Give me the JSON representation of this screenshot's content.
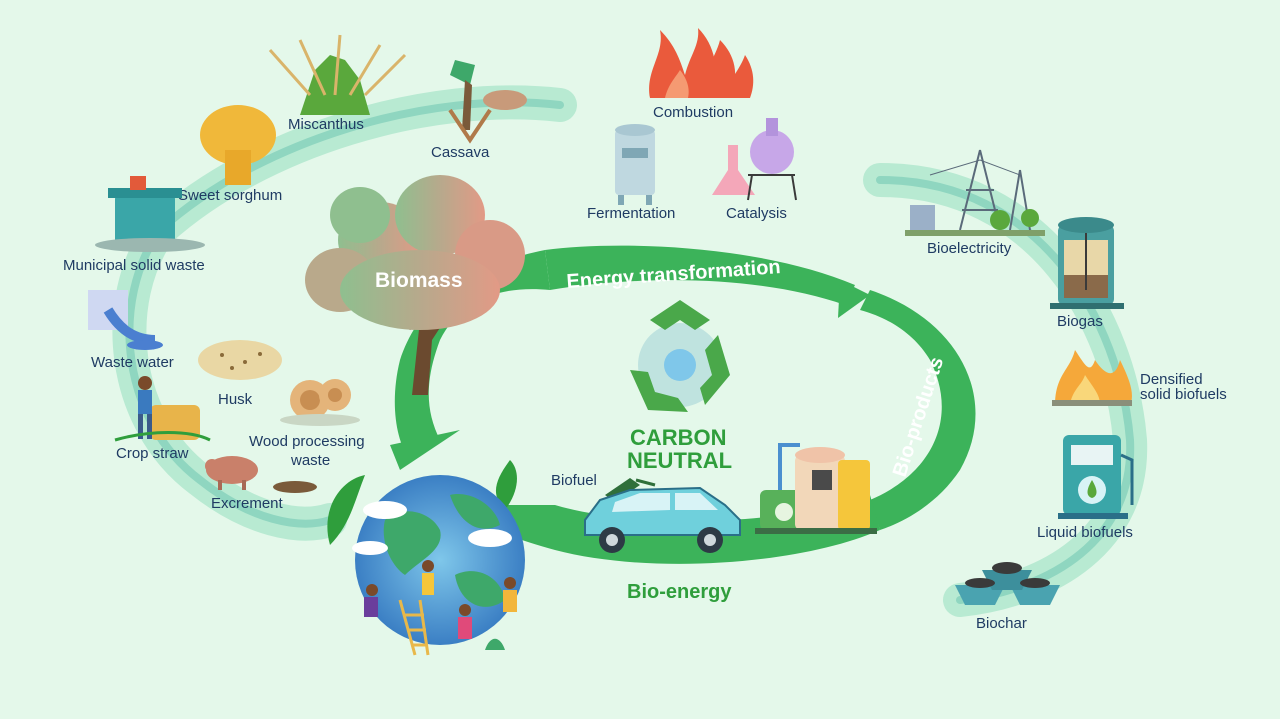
{
  "center": {
    "biomass": "Biomass",
    "energy_transformation": "Energy transformation",
    "bio_products": "Bio-products",
    "bio_energy": "Bio-energy",
    "carbon": "CARBON",
    "neutral": "NEUTRAL",
    "biofuel": "Biofuel"
  },
  "feedstocks": {
    "miscanthus": "Miscanthus",
    "cassava": "Cassava",
    "sweet_sorghum": "Sweet sorghum",
    "municipal_solid_waste": "Municipal solid waste",
    "waste_water": "Waste water",
    "husk": "Husk",
    "crop_straw": "Crop straw",
    "wood_processing_1": "Wood processing",
    "wood_processing_2": "waste",
    "excrement": "Excrement"
  },
  "processes": {
    "combustion": "Combustion",
    "fermentation": "Fermentation",
    "catalysis": "Catalysis"
  },
  "products": {
    "bioelectricity": "Bioelectricity",
    "biogas": "Biogas",
    "densified_1": "Densified",
    "densified_2": "solid biofuels",
    "liquid_biofuels": "Liquid biofuels",
    "biochar": "Biochar"
  },
  "colors": {
    "background": "#e4f8ea",
    "arrow_green": "#3cb35a",
    "dark_green": "#2f9e3c",
    "label_navy": "#1f3b63",
    "flame": "#ea5a3c"
  }
}
